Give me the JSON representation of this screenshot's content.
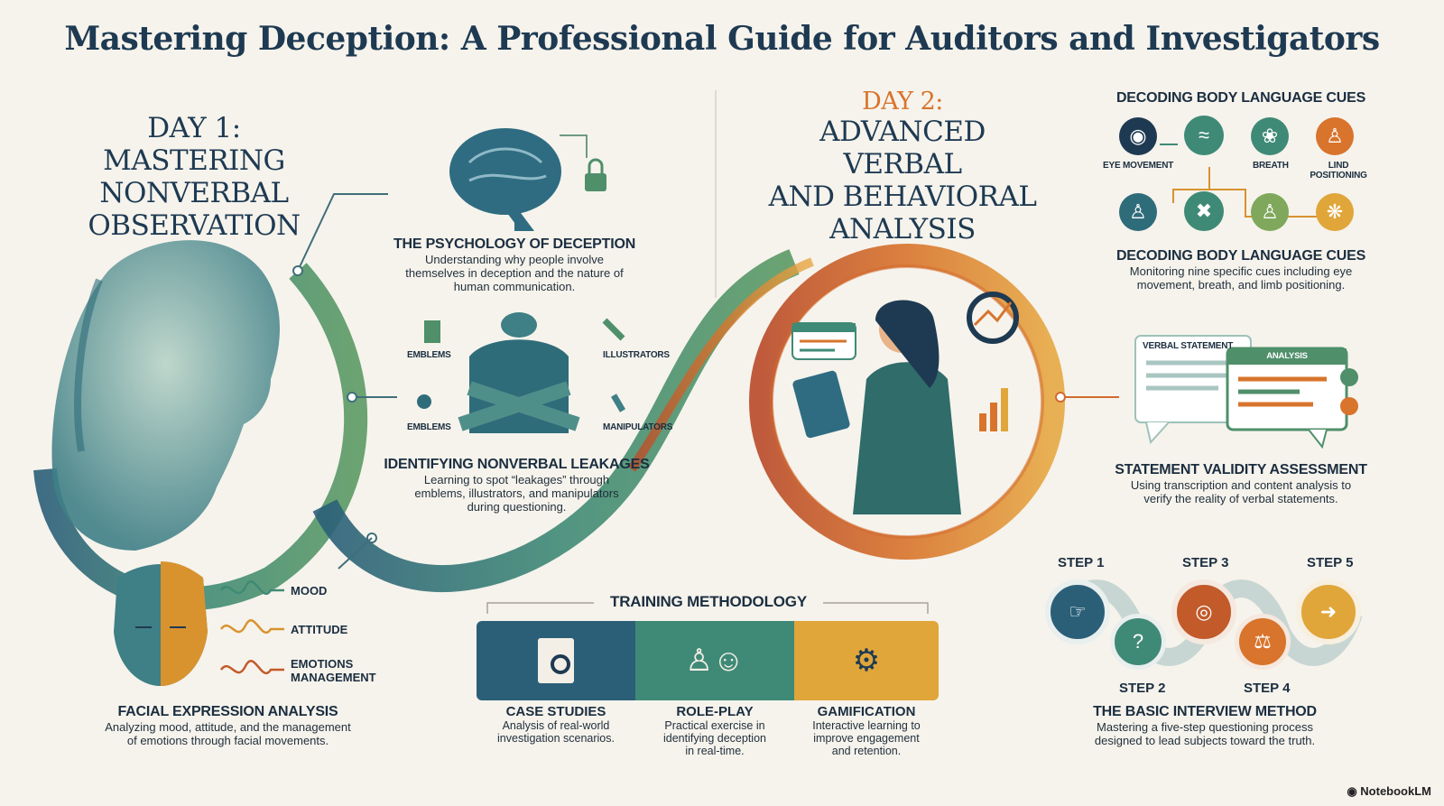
{
  "title": "Mastering Deception: A Professional Guide for Auditors and Investigators",
  "day1": {
    "title_line1": "DAY 1: MASTERING",
    "title_line2": "NONVERBAL",
    "title_line3": "OBSERVATION"
  },
  "psychology": {
    "heading": "THE PSYCHOLOGY OF DECEPTION",
    "text_line1": "Understanding why people involve",
    "text_line2": "themselves in deception and the nature of",
    "text_line3": "human communication."
  },
  "leakage_icons": {
    "top_left": "EMBLEMS",
    "top_right": "ILLUSTRATORS",
    "bottom_left": "EMBLEMS",
    "bottom_right": "MANIPULATORS"
  },
  "leakages": {
    "heading": "IDENTIFYING NONVERBAL LEAKAGES",
    "text_line1": "Learning to spot “leakages” through",
    "text_line2": "emblems, illustrators, and manipulators",
    "text_line3": "during questioning."
  },
  "facial": {
    "wave_labels": [
      "MOOD",
      "ATTITUDE",
      "EMOTIONS",
      "MANAGEMENT"
    ],
    "heading": "FACIAL EXPRESSION ANALYSIS",
    "text_line1": "Analyzing mood, attitude, and the management",
    "text_line2": "of emotions through facial movements."
  },
  "day2": {
    "label": "DAY 2:",
    "title_line1": "ADVANCED VERBAL",
    "title_line2": "AND BEHAVIORAL",
    "title_line3": "ANALYSIS"
  },
  "body_language": {
    "heading_top": "DECODING BODY LANGUAGE CUES",
    "icon_labels": {
      "eye": "EYE MOVEMENT",
      "breath": "BREATH",
      "limb_line1": "LIND",
      "limb_line2": "POSITIONING"
    },
    "heading": "DECODING BODY LANGUAGE CUES",
    "text_line1": "Monitoring nine specific cues including eye",
    "text_line2": "movement, breath, and limb positioning."
  },
  "statement": {
    "card_left": "VERBAL STATEMENT",
    "card_right": "ANALYSIS",
    "heading": "STATEMENT VALIDITY ASSESSMENT",
    "text_line1": "Using transcription and content analysis to",
    "text_line2": "verify the reality of verbal statements."
  },
  "interview": {
    "steps_top": [
      "STEP 1",
      "STEP 3",
      "STEP 5"
    ],
    "steps_bottom": [
      "STEP 2",
      "STEP 4"
    ],
    "heading": "THE BASIC INTERVIEW METHOD",
    "text_line1": "Mastering a five-step questioning process",
    "text_line2": "designed to lead subjects toward the truth."
  },
  "methodology": {
    "heading": "TRAINING METHODOLOGY",
    "items": [
      {
        "title": "CASE STUDIES",
        "desc_line1": "Analysis of real-world",
        "desc_line2": "investigation scenarios.",
        "desc_line3": ""
      },
      {
        "title": "ROLE-PLAY",
        "desc_line1": "Practical exercise in",
        "desc_line2": "identifying deception",
        "desc_line3": "in real-time."
      },
      {
        "title": "GAMIFICATION",
        "desc_line1": "Interactive learning to",
        "desc_line2": "improve engagement",
        "desc_line3": "and retention."
      }
    ]
  },
  "brand": "NotebookLM",
  "colors": {
    "navy": "#1e3a52",
    "teal": "#2f7a78",
    "green": "#4f8f6a",
    "orange": "#d8742c",
    "gold": "#e0a63a",
    "rust": "#c25a2a"
  }
}
